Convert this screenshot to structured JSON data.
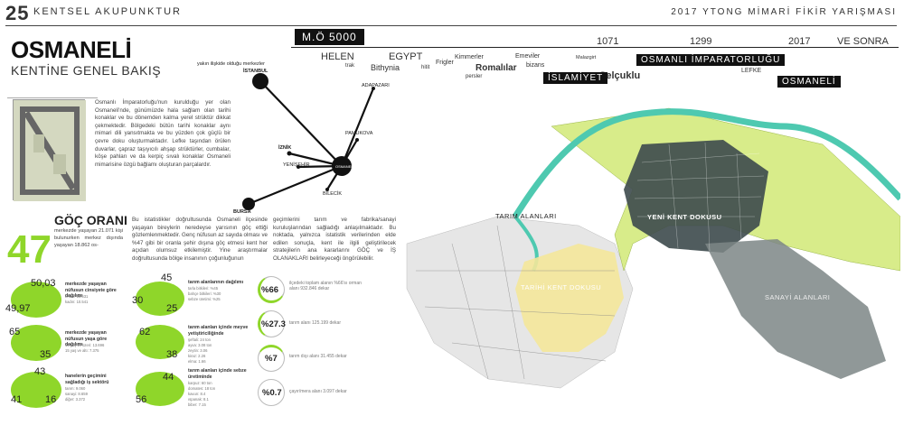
{
  "header": {
    "page_number": "25",
    "page_tag": "KENTSEL AKUPUNKTUR",
    "competition": "2017 YTONG MİMARİ FİKİR YARIŞMASI"
  },
  "title": "OSMANELİ",
  "subtitle": "KENTİNE GENEL BAKIŞ",
  "intro_text": "Osmanlı İmparatorluğu'nun kurulduğu yer olan Osmaneli'nde, günümüzde hala sağlam olan tarihi konaklar ve bu dönemden kalma yerel strüktür dikkat çekmektedir. Bölgedeki bütün tarihi konaklar aynı mimari dili yansıtmakta ve bu yüzden çok güçlü bir çevre doku oluşturmaktadır. Lefke taşından örülen duvarlar, çapraz taşıyıcılı ahşap strüktürler, cumbalar, köşe pahları ve da kerpiç sıvalı konaklar Osmaneli mimarisine özgü bağlamı oluşturan parçalardır.",
  "network": {
    "note": "yakın ilişkide olduğu merkezler",
    "center": "OSMANELİ",
    "cities": [
      "İSTANBUL",
      "ADAPAZARI",
      "PAMUKOVA",
      "İZNİK",
      "YENİŞEHİR",
      "BİLECİK",
      "BURSA"
    ]
  },
  "timeline": {
    "start_label": "M.Ö 5000",
    "years": [
      "1071",
      "1299",
      "2017",
      "VE SONRA"
    ],
    "civilizations": [
      "HELEN",
      "trak",
      "EGYPT",
      "Bithynia",
      "hitit",
      "Frigler",
      "Kimmerler",
      "Romalılar",
      "persler",
      "Emeviler",
      "bizans",
      "Malazgirt",
      "Selçuklu",
      "LEFKE"
    ],
    "highlighted": [
      "İSLAMİYET",
      "OSMANLI İMPARATORLUĞU",
      "OSMANELİ"
    ]
  },
  "migration": {
    "heading": "GÖÇ ORANI",
    "big_number": "47",
    "lead_text": "merkezde yaşayan 21.071 kişi bulunurken merkez dışında yaşayan 18.862 os-",
    "column_text_1": "Bu istatistikler doğrultusunda Osmaneli ilçesinde yaşayan bireylerin neredeyse yarısının göç ettiği gözlemlenmektedir. Genç nüfusun az sayıda olması ve %47 gibi bir oranla şehir dışına göç etmesi kent her açıdan olumsuz etkilemiştir. Yine araştırmalar doğrultusunda bölge insanının çoğunluğunun",
    "column_text_2": "geçimlerini tarım ve fabrika/sanayi kuruluşlarından sağladığı anlaşılmaktadır. Bu noktada, yalnızca istatistik verilerinden elde edilen sonuçla, kent ile ilgili geliştirilecek stratejilerin ana kararlarını GÖÇ ve İŞ OLANAKLARI belirleyeceği öngörülebilir."
  },
  "pie_stats": [
    {
      "v1": "50,03",
      "v2": "49,97",
      "title": "merkezde yaşayan nüfusun cinsiyete göre dağılımı",
      "sub": [
        "erkek: 10.531",
        "kadın: 10.541"
      ]
    },
    {
      "v1": "65",
      "v2": "35",
      "title": "merkezde yaşayan nüfusun yaşa göre dağılımı",
      "sub": [
        "15 yaş ve üzeri: 13.696",
        "15 yaş ve altı: 7.375"
      ]
    },
    {
      "v1": "43",
      "v2": "41",
      "v3": "16",
      "title": "hanelerin geçimini sağladığı iş sektörü",
      "sub": [
        "tarım: 9.060",
        "sanayi: 8.659",
        "diğer: 3.372"
      ]
    },
    {
      "v1": "45",
      "v2": "30",
      "v3": "25",
      "title": "tarım alanlarının dağılımı",
      "sub": [
        "tarla bitkileri: %45",
        "bahçe bitkileri: %30",
        "sebze üretimi: %25"
      ]
    },
    {
      "v1": "62",
      "v2": "38",
      "title": "tarım alanları içinde meyve yetiştiriciliğinde",
      "sub": [
        "şeftali: 24 ton",
        "ayva: 3.08 ton",
        "zeytin: 3.06",
        "kiraz: 2.26",
        "elma: 1.66"
      ]
    },
    {
      "v1": "44",
      "v2": "56",
      "title": "tarım alanları içinde sebze üretiminde",
      "sub": [
        "karpuz: 60 ton",
        "domates: 18 ton",
        "kavun: 8.4",
        "ıspanak: 8.1",
        "biber: 7.15"
      ]
    }
  ],
  "area_stats": [
    {
      "value": "%66",
      "label": "ilçedeki toplam alanın %66'sı orman alanı 932.846 dekar"
    },
    {
      "value": "%27.3",
      "label": "tarım alanı 125.199 dekar"
    },
    {
      "value": "%7",
      "label": "tarım dışı alanı 31.455 dekar"
    },
    {
      "value": "%0.7",
      "label": "çayır/mera alanı 3.097 dekar"
    }
  ],
  "map_labels": {
    "agri": "TARIM ALANLARI",
    "new_city": "YENİ KENT DOKUSU",
    "historic": "TARİHİ KENT DOKUSU",
    "industry": "SANAYİ ALANLARI"
  },
  "colors": {
    "accent_green": "#8fd62a",
    "river": "#4ec9b0",
    "yellow_zone": "#f4e79a",
    "agri_zone": "#d8ec8a"
  }
}
